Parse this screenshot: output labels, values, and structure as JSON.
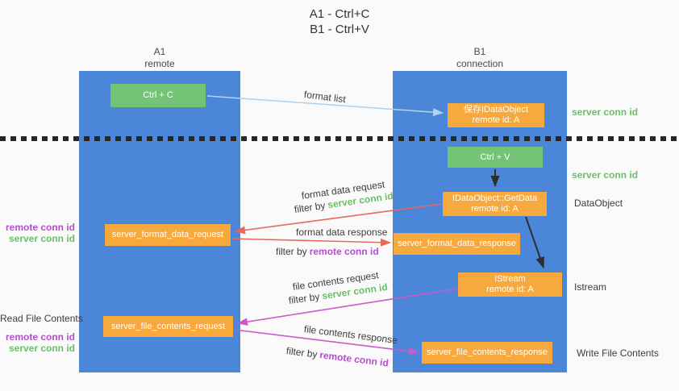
{
  "title": {
    "line1": "A1 - Ctrl+C",
    "line2": "B1 - Ctrl+V"
  },
  "columns": {
    "left": {
      "name": "A1",
      "subtitle": "remote"
    },
    "right": {
      "name": "B1",
      "subtitle": "connection"
    }
  },
  "nodes": {
    "ctrl_c": "Ctrl + C",
    "ctrl_v": "Ctrl + V",
    "save_dataobject": {
      "line1": "保存IDataObject",
      "line2": "remote id: A"
    },
    "getdata": {
      "line1": "IDataObject::GetData",
      "line2": "remote id: A"
    },
    "istream": {
      "line1": "IStream",
      "line2": "remote id: A"
    },
    "format_request": "server_format_data_request",
    "format_response": "server_format_data_response",
    "file_request": "server_file_contents_request",
    "file_response": "server_file_contents_response"
  },
  "arrow_labels": {
    "format_list": "format list",
    "format_data_request": "format data request",
    "format_data_response": "format data response",
    "file_contents_request": "file contents request",
    "file_contents_response": "file contents response",
    "filter_by": "filter by",
    "server_conn_id": "server conn id",
    "remote_conn_id": "remote conn id"
  },
  "side_labels": {
    "right_server_conn_id_top": "server conn id",
    "right_server_conn_id_mid": "server conn id",
    "dataobject": "DataObject",
    "istream": "Istream",
    "write_file_contents": "Write File Contents",
    "read_file_contents": "Read File Contents",
    "left_remote_conn_id_top": "remote conn id",
    "left_server_conn_id_top": "server conn id",
    "left_remote_conn_id_bottom": "remote conn id",
    "left_server_conn_id_bottom": "server conn id"
  },
  "colors": {
    "column_blue": "#4b86d9",
    "box_green": "#74c476",
    "box_orange": "#f8a93e",
    "arrow_red": "#e8685f",
    "arrow_magenta": "#c75bc7",
    "arrow_lightblue": "#aed5ee",
    "text_green": "#6abf69",
    "text_purple": "#b44ecb"
  }
}
